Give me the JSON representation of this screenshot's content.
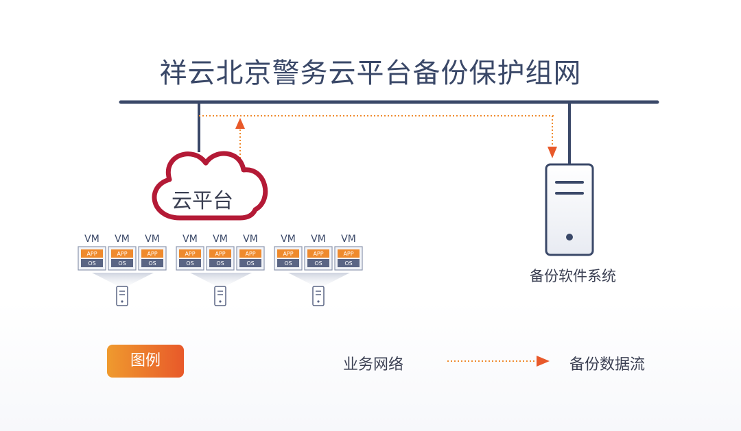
{
  "title": "祥云北京警务云平台备份保护组网",
  "cloud_label": "云平台",
  "server_label": "备份软件系统",
  "vm_label": "VM",
  "app_label": "APP",
  "os_label": "OS",
  "legend": {
    "badge": "图例",
    "business_network": "业务网络",
    "backup_flow": "备份数据流"
  },
  "colors": {
    "network_line": "#3a4868",
    "cloud": "#b41a36",
    "flow": "#e8592a",
    "app_box": "#ef8a2d",
    "os_box": "#5a6584"
  }
}
